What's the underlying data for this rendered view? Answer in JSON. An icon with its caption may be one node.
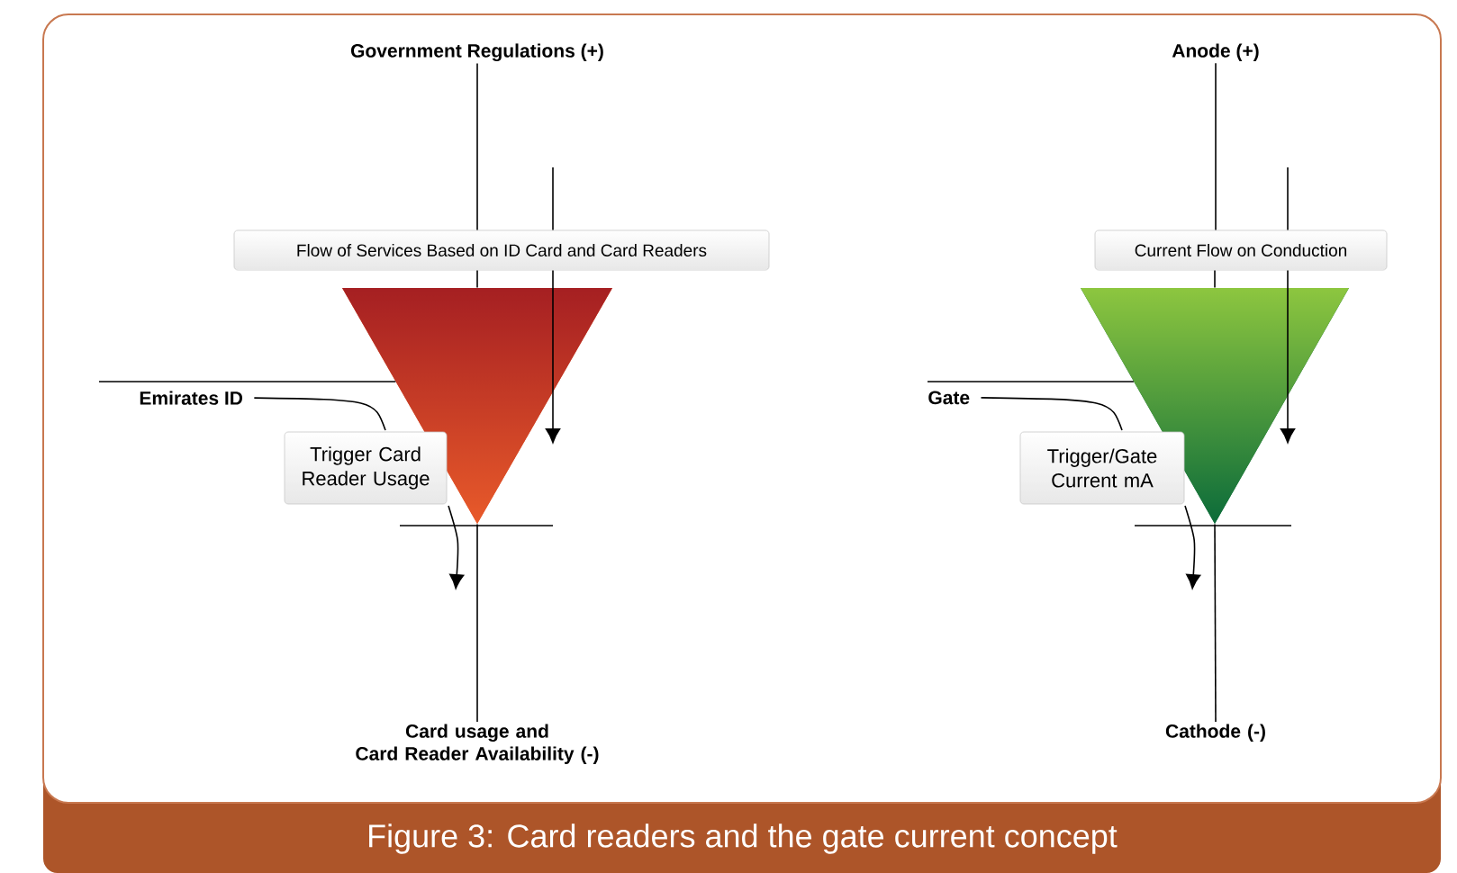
{
  "diagram": {
    "caption": "Figure 3: Card readers and the gate current concept",
    "nodes": [
      {
        "text": [
          "Government Regulations (+)"
        ]
      },
      {
        "text": [
          "Flow of Services Based on ID Card and Card Readers"
        ]
      },
      {
        "text": [],
        "shape": "triangle"
      },
      {
        "text": [
          "Emirates ID"
        ]
      },
      {
        "text": [
          "Trigger Card Reader Usage"
        ]
      },
      {
        "text": [
          "Card usage and Card Reader Availability (-)"
        ]
      },
      {
        "text": [
          "Anode (+)"
        ]
      },
      {
        "text": [
          "Current Flow on Conduction"
        ]
      },
      {
        "text": [],
        "shape": "triangle"
      },
      {
        "text": [
          "Gate"
        ]
      },
      {
        "text": [
          "Trigger/Gate Current mA"
        ]
      },
      {
        "text": [
          "Cathode (-)"
        ]
      }
    ],
    "edges": [
      {
        "from": 0,
        "to": 1,
        "arrow": "none"
      },
      {
        "from": 1,
        "to": 2,
        "arrow": "none"
      },
      {
        "from": null,
        "to": 1,
        "arrow": "none"
      },
      {
        "from": 1,
        "to": 2,
        "arrow": "to"
      },
      {
        "from": 3,
        "to": 2,
        "arrow": "none"
      },
      {
        "from": 2,
        "to": 5,
        "arrow": "none"
      },
      {
        "from": 3,
        "to": null,
        "arrow": "to"
      },
      {
        "from": 6,
        "to": 7,
        "arrow": "none"
      },
      {
        "from": 7,
        "to": 8,
        "arrow": "none"
      },
      {
        "from": null,
        "to": 7,
        "arrow": "none"
      },
      {
        "from": 7,
        "to": 8,
        "arrow": "to"
      },
      {
        "from": 9,
        "to": 8,
        "arrow": "none"
      },
      {
        "from": 8,
        "to": 11,
        "arrow": "none"
      },
      {
        "from": 9,
        "to": null,
        "arrow": "to"
      }
    ]
  }
}
